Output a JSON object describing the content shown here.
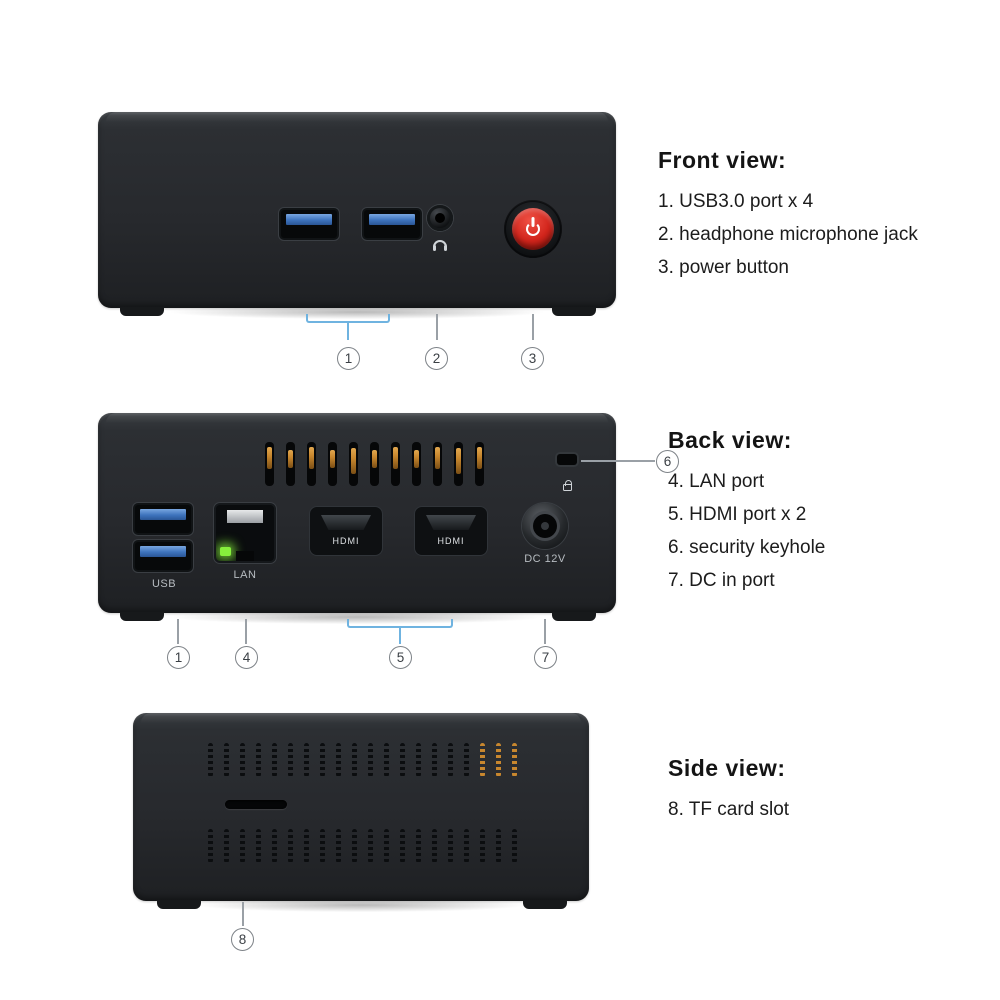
{
  "sections": {
    "front": {
      "heading": "Front view:",
      "items": [
        "1. USB3.0 port x 4",
        "2. headphone microphone jack",
        "3. power button"
      ]
    },
    "back": {
      "heading": "Back view:",
      "items": [
        "4. LAN port",
        "5. HDMI port x 2",
        "6. security keyhole",
        "7. DC in port"
      ]
    },
    "side": {
      "heading": "Side view:",
      "items": [
        "8. TF card slot"
      ]
    }
  },
  "ports": {
    "usb_label": "USB",
    "lan_label": "LAN",
    "hdmi_left_label": "HDMI",
    "hdmi_right_label": "HDMI",
    "dc_label": "DC 12V"
  },
  "callouts": {
    "front_usb": "1",
    "front_jack": "2",
    "front_power": "3",
    "back_usb": "1",
    "back_lan": "4",
    "back_hdmi": "5",
    "back_keyhole": "6",
    "back_dc": "7",
    "side_tf": "8"
  },
  "colors": {
    "callout-blue": "#6fb3e0",
    "line-gray": "#9aa0a6",
    "usb-blue": "#3e74bd",
    "power-red": "#d2251c",
    "led-green": "#86ef3c",
    "vent-copper": "#c8872e",
    "device-dark": "#26292d"
  }
}
